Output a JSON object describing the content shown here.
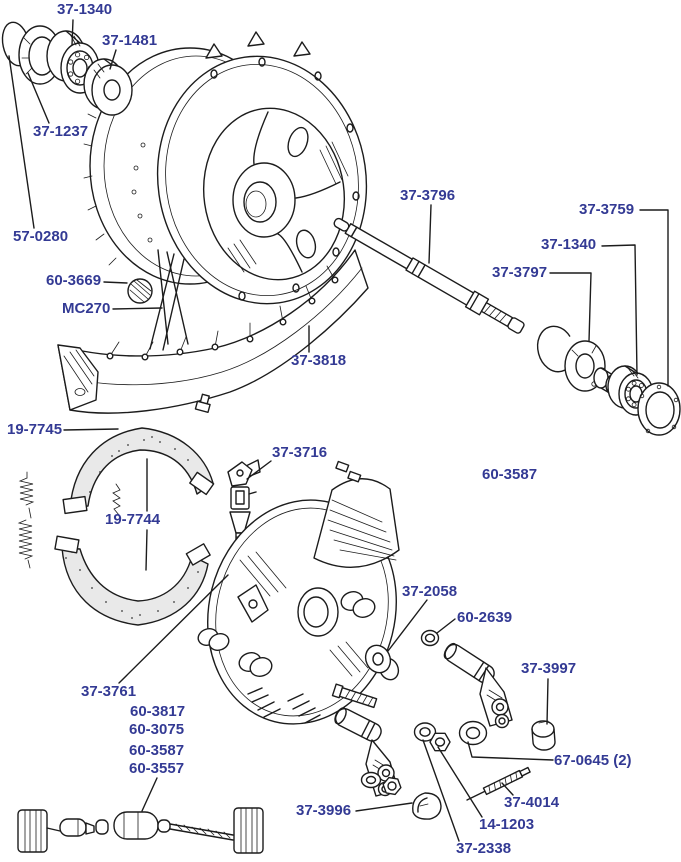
{
  "palette": {
    "background": "#ffffff",
    "label_color": "#333A94",
    "line_color": "#1c1c1c",
    "lining_fill": "#e9e9e9"
  },
  "labels": [
    {
      "part": "37-1340",
      "text": "37-1340"
    },
    {
      "part": "37-1481",
      "text": "37-1481"
    },
    {
      "part": "37-1237",
      "text": "37-1237"
    },
    {
      "part": "57-0280",
      "text": "57-0280"
    },
    {
      "part": "60-3669",
      "text": "60-3669"
    },
    {
      "part": "MC270",
      "text": "MC270"
    },
    {
      "part": "37-3818",
      "text": "37-3818"
    },
    {
      "part": "37-3796",
      "text": "37-3796"
    },
    {
      "part": "37-3759",
      "text": "37-3759"
    },
    {
      "part": "37-1340",
      "text": "37-1340"
    },
    {
      "part": "37-3797",
      "text": "37-3797"
    },
    {
      "part": "19-7745",
      "text": "19-7745"
    },
    {
      "part": "37-3716",
      "text": "37-3716"
    },
    {
      "part": "60-3587",
      "text": "60-3587"
    },
    {
      "part": "19-7744",
      "text": "19-7744"
    },
    {
      "part": "37-2058",
      "text": "37-2058"
    },
    {
      "part": "60-2639",
      "text": "60-2639"
    },
    {
      "part": "37-3761",
      "text": "37-3761"
    },
    {
      "part": "60-3817",
      "text": "60-3817"
    },
    {
      "part": "60-3075",
      "text": "60-3075"
    },
    {
      "part": "60-3587",
      "text": "60-3587"
    },
    {
      "part": "60-3557",
      "text": "60-3557"
    },
    {
      "part": "37-3997",
      "text": "37-3997"
    },
    {
      "part": "67-0645",
      "text": "67-0645 (2)"
    },
    {
      "part": "37-4014",
      "text": "37-4014"
    },
    {
      "part": "14-1203",
      "text": "14-1203"
    },
    {
      "part": "37-2338",
      "text": "37-2338"
    },
    {
      "part": "37-3996",
      "text": "37-3996"
    }
  ]
}
